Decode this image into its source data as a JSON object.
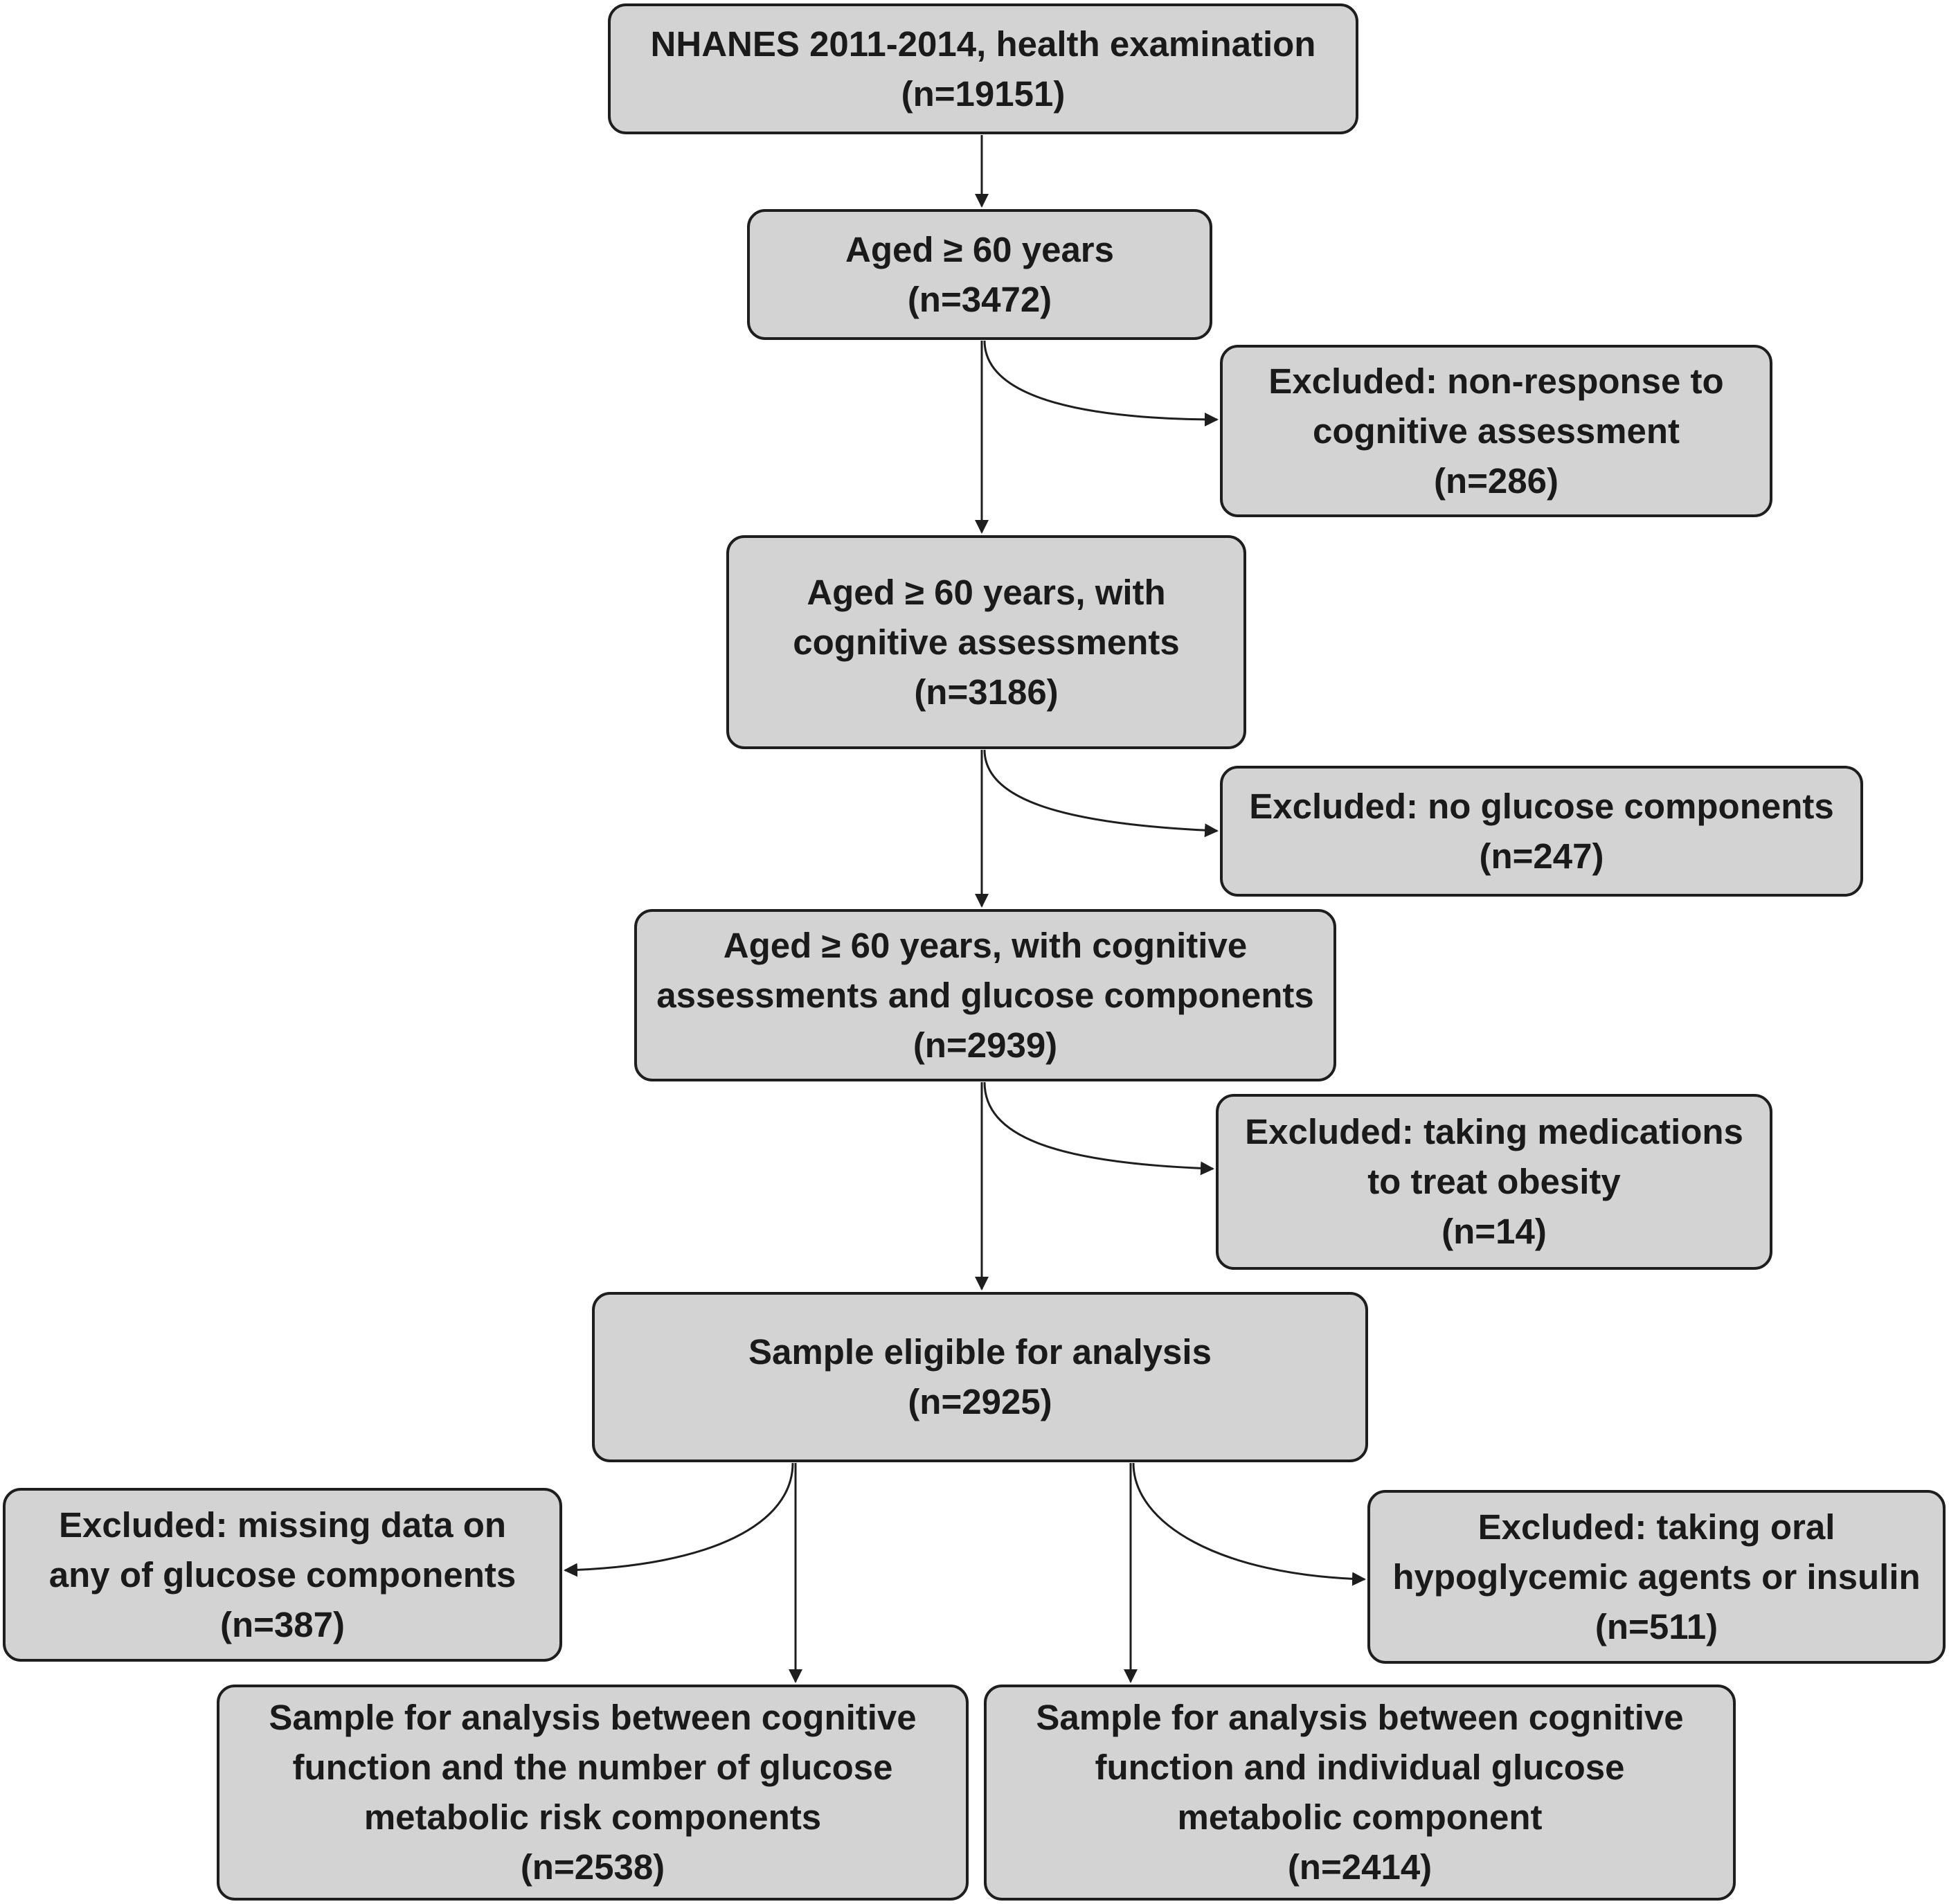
{
  "boxes": {
    "nhanes": {
      "lines": [
        "NHANES 2011-2014, health examination",
        "(n=19151)"
      ]
    },
    "aged60": {
      "lines": [
        "Aged ≥ 60 years",
        "(n=3472)"
      ]
    },
    "excluded_nonresponse": {
      "lines": [
        "Excluded: non-response to",
        "cognitive assessment",
        "(n=286)"
      ]
    },
    "aged60_cognitive": {
      "lines": [
        "Aged ≥ 60 years, with",
        "cognitive assessments",
        "(n=3186)"
      ]
    },
    "excluded_no_glucose": {
      "lines": [
        "Excluded: no glucose components",
        "(n=247)"
      ]
    },
    "aged60_cognitive_glucose": {
      "lines": [
        "Aged ≥ 60 years, with cognitive",
        "assessments and glucose components",
        "(n=2939)"
      ]
    },
    "excluded_obesity_meds": {
      "lines": [
        "Excluded: taking medications",
        "to treat obesity",
        "(n=14)"
      ]
    },
    "eligible": {
      "lines": [
        "Sample eligible for analysis",
        "(n=2925)"
      ]
    },
    "excluded_missing_glucose": {
      "lines": [
        "Excluded: missing data on",
        "any of glucose components",
        "(n=387)"
      ]
    },
    "excluded_hypoglycemic": {
      "lines": [
        "Excluded: taking oral",
        "hypoglycemic agents or insulin",
        "(n=511)"
      ]
    },
    "sample_risk_count": {
      "lines": [
        "Sample for analysis between cognitive",
        "function and the number of glucose",
        "metabolic risk components",
        "(n=2538)"
      ]
    },
    "sample_individual": {
      "lines": [
        "Sample for analysis between cognitive",
        "function and individual glucose",
        "metabolic component",
        "(n=2414)"
      ]
    }
  },
  "colors": {
    "box_fill": "#d4d3d4",
    "box_border": "#1e1e1e",
    "text": "#1a1a1a",
    "connector": "#1e1e1e"
  }
}
